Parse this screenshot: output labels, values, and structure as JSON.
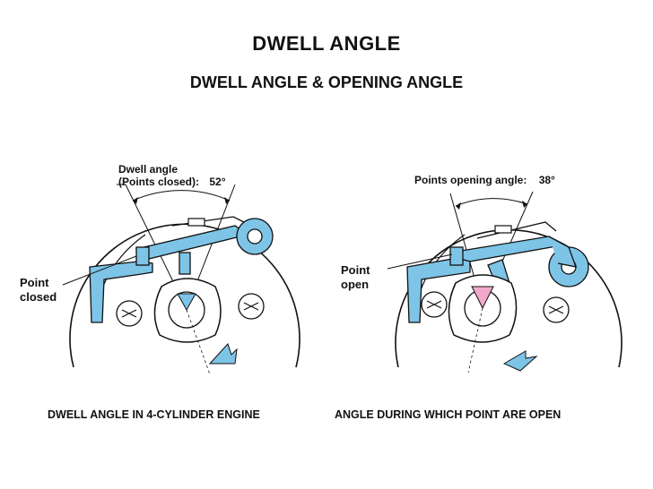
{
  "title": "DWELL ANGLE",
  "subtitle": "DWELL ANGLE & OPENING ANGLE",
  "left_figure": {
    "angle_label_line1": "Dwell angle",
    "angle_label_line2": "(Points closed):",
    "angle_value": "52°",
    "side_label_line1": "Point",
    "side_label_line2": "closed",
    "caption": "DWELL ANGLE IN 4-CYLINDER ENGINE"
  },
  "right_figure": {
    "angle_label": "Points opening angle:",
    "angle_value": "38°",
    "side_label_line1": "Point",
    "side_label_line2": "open",
    "caption": "ANGLE DURING WHICH POINT ARE OPEN"
  },
  "colors": {
    "part_fill": "#7ec4e6",
    "open_wedge": "#f2a9c9",
    "line": "#111111"
  }
}
